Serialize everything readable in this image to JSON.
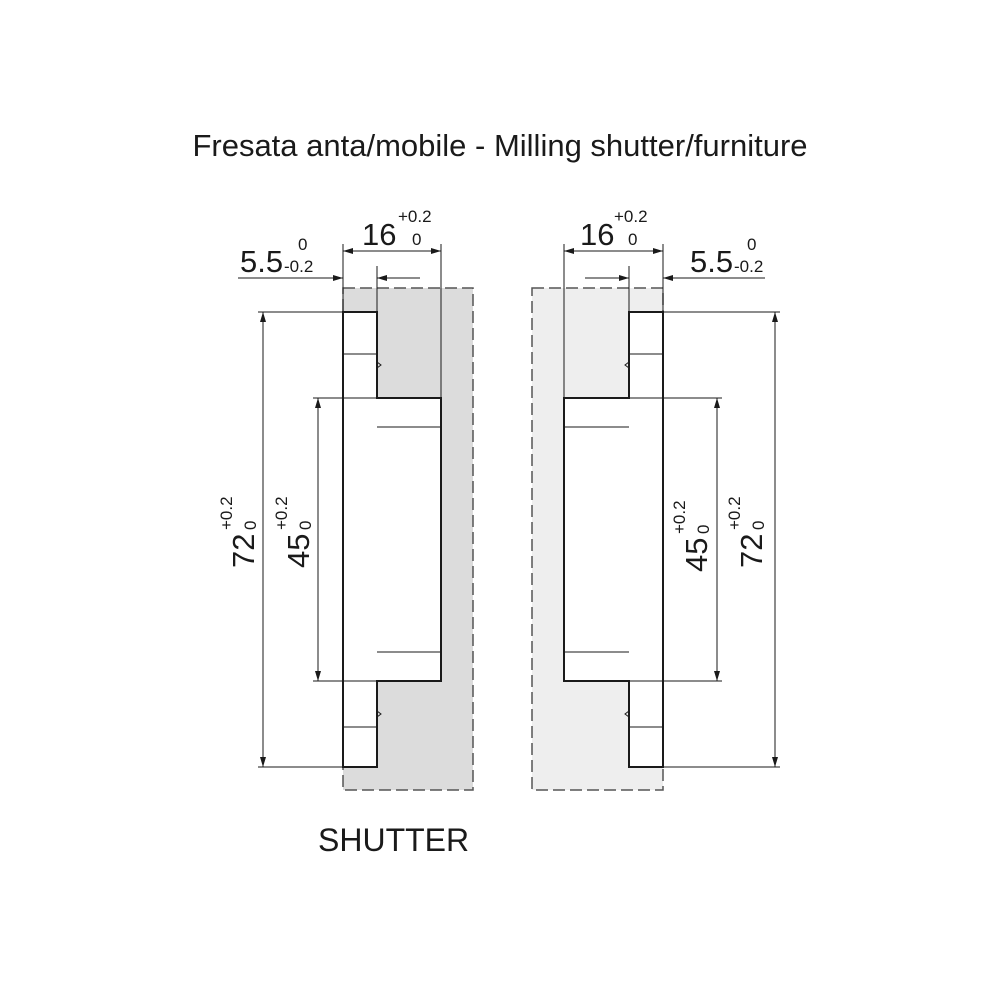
{
  "title": "Fresata anta/mobile - Milling shutter/furniture",
  "caption": "SHUTTER",
  "colors": {
    "shutter_fill": "#dcdcdc",
    "furniture_fill": "#eeeeee",
    "line": "#1a1a1a"
  },
  "dims": {
    "width16": {
      "value": "16",
      "upper": "+0.2",
      "lower": "0"
    },
    "depth55": {
      "value": "5.5",
      "upper": "0",
      "lower": "-0.2"
    },
    "height72": {
      "value": "72",
      "upper": "+0.2",
      "lower": "0"
    },
    "height45": {
      "value": "45",
      "upper": "+0.2",
      "lower": "0"
    }
  }
}
